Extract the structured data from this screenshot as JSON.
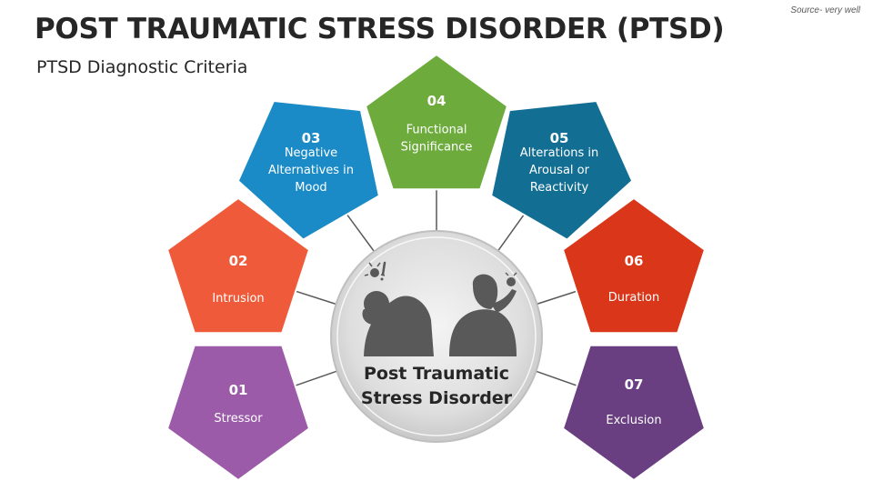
{
  "header": {
    "title": "POST TRAUMATIC STRESS DISORDER (PTSD)",
    "subtitle": "PTSD Diagnostic Criteria",
    "source": "Source- very well"
  },
  "center": {
    "line1": "Post Traumatic",
    "line2": "Stress Disorder"
  },
  "criteria": [
    {
      "number": "01",
      "lines": [
        "Stressor"
      ],
      "color": "#9B5BA8"
    },
    {
      "number": "02",
      "lines": [
        "Intrusion"
      ],
      "color": "#EF5B3A"
    },
    {
      "number": "03",
      "lines": [
        "Negative",
        "Alternatives in",
        "Mood"
      ],
      "color": "#1A8BC6"
    },
    {
      "number": "04",
      "lines": [
        "Functional",
        "Significance"
      ],
      "color": "#6EAB3D"
    },
    {
      "number": "05",
      "lines": [
        "Alterations in",
        "Arousal or",
        "Reactivity"
      ],
      "color": "#136E94"
    },
    {
      "number": "06",
      "lines": [
        "Duration"
      ],
      "color": "#D9361A"
    },
    {
      "number": "07",
      "lines": [
        "Exclusion"
      ],
      "color": "#6A3F82"
    }
  ],
  "icons": [
    "stressed-man-icon",
    "stressed-woman-icon"
  ]
}
